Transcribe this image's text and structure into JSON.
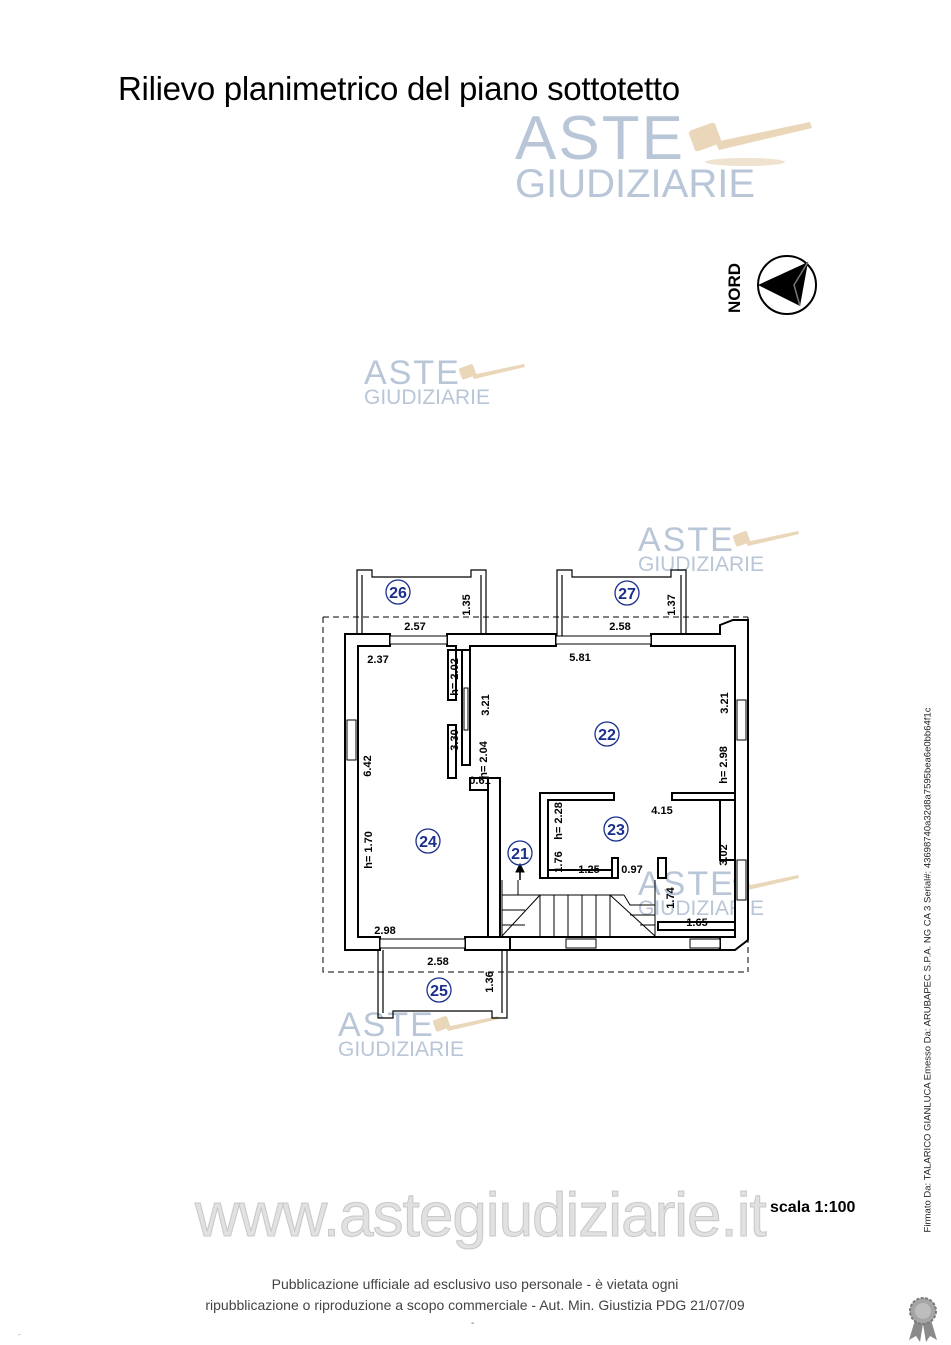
{
  "document": {
    "title": "Rilievo planimetrico del piano sottotetto",
    "north_label": "NORD",
    "scale": "scala 1:100",
    "notice_line1": "Pubblicazione ufficiale ad esclusivo uso personale - è vietata ogni",
    "notice_line2": "ripubblicazione o riproduzione a scopo commerciale - Aut. Min. Giustizia PDG 21/07/09",
    "site_watermark": "www.astegiudiziarie.it",
    "signature": "Firmato Da: TALARICO GIANLUCA Emesso Da: ARUBAPEC S.P.A. NG CA 3 Serial#: 43698740a32d8a7595bea6e0bb64f1c",
    "tiny_dash": "-",
    "tiny_mark": "-"
  },
  "watermark": {
    "line1": "ASTE",
    "line2": "GIUDIZIARIE"
  },
  "plan": {
    "rooms": [
      "26",
      "27",
      "22",
      "23",
      "24",
      "21",
      "25"
    ],
    "dimensions": {
      "d_2_57": "2.57",
      "d_1_35": "1.35",
      "d_2_58_top": "2.58",
      "d_1_37": "1.37",
      "d_2_37": "2.37",
      "d_h_2_02": "h= 2.02",
      "d_5_81": "5.81",
      "d_3_21_left": "3.21",
      "d_3_21_right": "3.21",
      "d_3_30": "3.30",
      "d_h_2_04": "h= 2.04",
      "d_6_42": "6.42",
      "d_h_2_98": "h= 2.98",
      "d_0_61": "0.61",
      "d_4_15": "4.15",
      "d_h_2_28": "h= 2.28",
      "d_h_1_70": "h= 1.70",
      "d_1_76": "1.76",
      "d_3_02": "3.02",
      "d_1_25": "1.25",
      "d_0_97": "0.97",
      "d_1_74": "1.74",
      "d_1_65": "1.65",
      "d_2_98": "2.98",
      "d_2_58_bottom": "2.58",
      "d_1_36": "1.36"
    }
  },
  "colors": {
    "watermark": "#b9c6d8",
    "room_number": "#1a2f8c",
    "wall": "#000000"
  },
  "icons": [
    "north-arrow-icon",
    "gavel-icon",
    "seal-icon"
  ]
}
